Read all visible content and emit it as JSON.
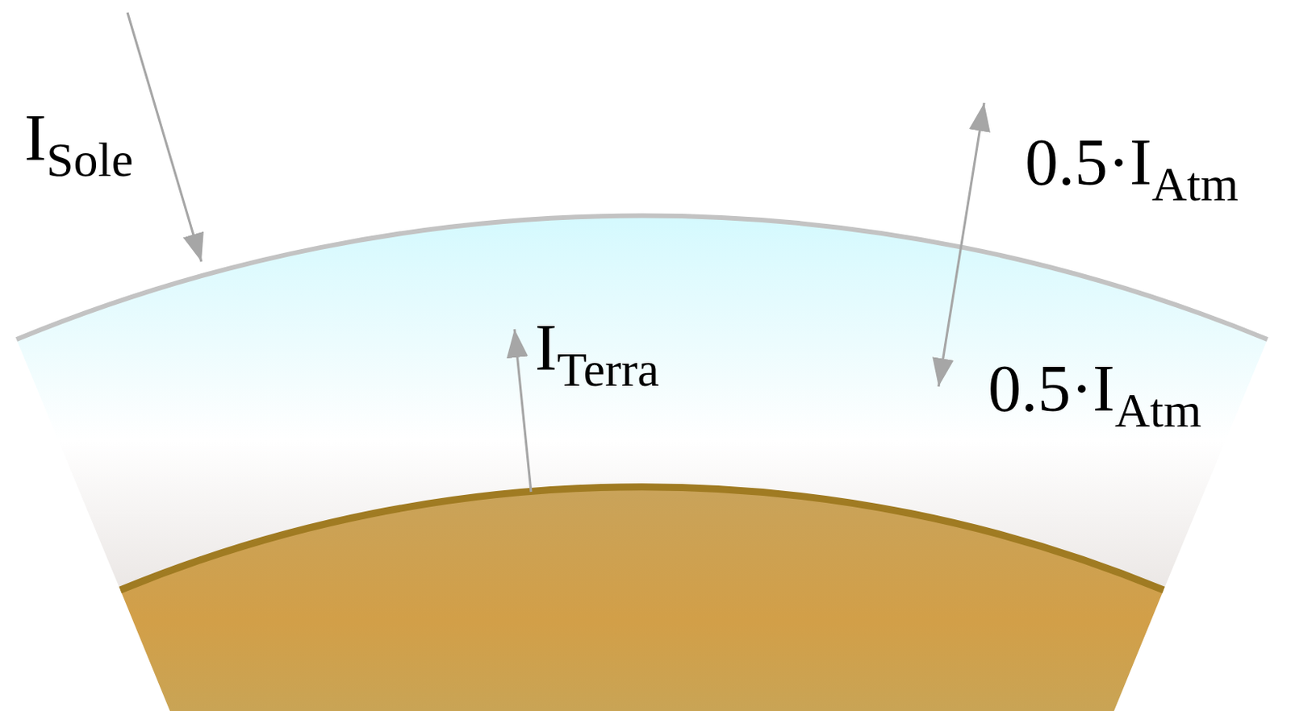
{
  "diagram": {
    "labels": [
      "ISole",
      "ITerra",
      "0.5·IAtm",
      "0.5·IAtm"
    ]
  }
}
